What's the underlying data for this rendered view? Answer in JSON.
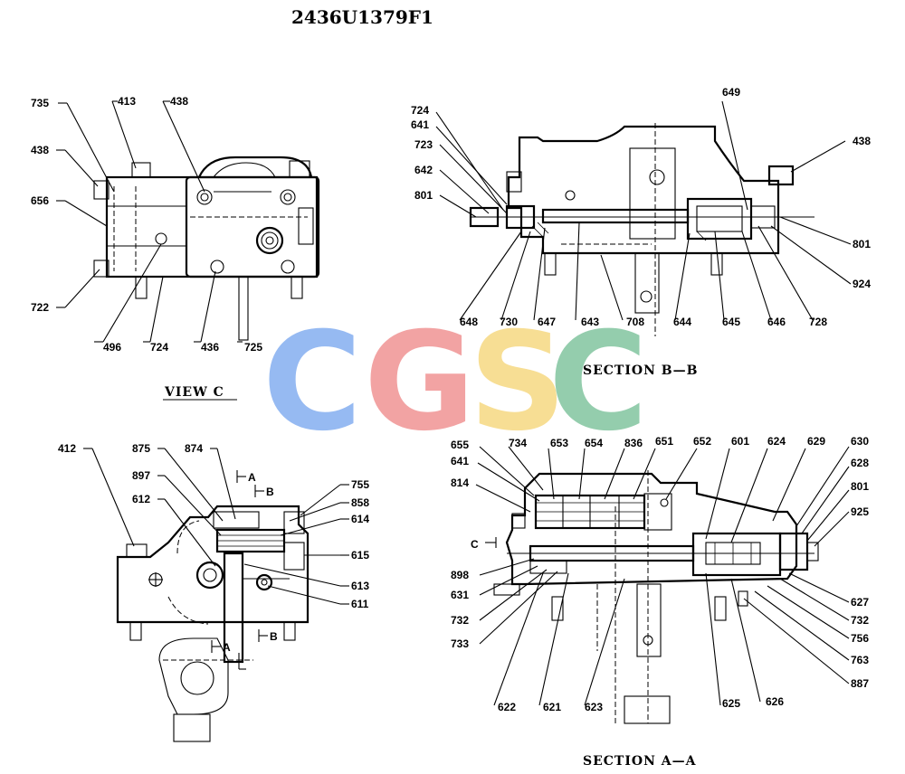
{
  "drawing_number": "2436U1379F1",
  "captions": {
    "view_c": "VIEW  C",
    "section_bb": "SECTION  B—B",
    "section_aa": "SECTION  A—A"
  },
  "section_marks": {
    "a_top": "A",
    "b_top": "B",
    "b_bottom": "B",
    "a_bottom": "A",
    "c_mark": "C"
  },
  "watermark": {
    "letters": [
      "C",
      "G",
      "S",
      "C"
    ],
    "colors": [
      "#6fa0ee",
      "#ee8080",
      "#f5d26c",
      "#6cbb8e"
    ]
  },
  "view_c_labels": [
    "735",
    "413",
    "438",
    "438",
    "656",
    "722",
    "496",
    "724",
    "436",
    "725"
  ],
  "section_bb_labels": [
    "724",
    "641",
    "723",
    "642",
    "801",
    "649",
    "438",
    "801",
    "924",
    "648",
    "730",
    "647",
    "643",
    "708",
    "644",
    "645",
    "646",
    "728"
  ],
  "side_view_labels": [
    "412",
    "875",
    "874",
    "897",
    "612",
    "755",
    "858",
    "614",
    "615",
    "613",
    "611"
  ],
  "section_aa_labels": [
    "655",
    "734",
    "653",
    "654",
    "836",
    "651",
    "652",
    "601",
    "624",
    "629",
    "630",
    "641",
    "628",
    "814",
    "801",
    "925",
    "898",
    "631",
    "732",
    "733",
    "622",
    "621",
    "623",
    "625",
    "626",
    "627",
    "732",
    "756",
    "763",
    "887"
  ]
}
